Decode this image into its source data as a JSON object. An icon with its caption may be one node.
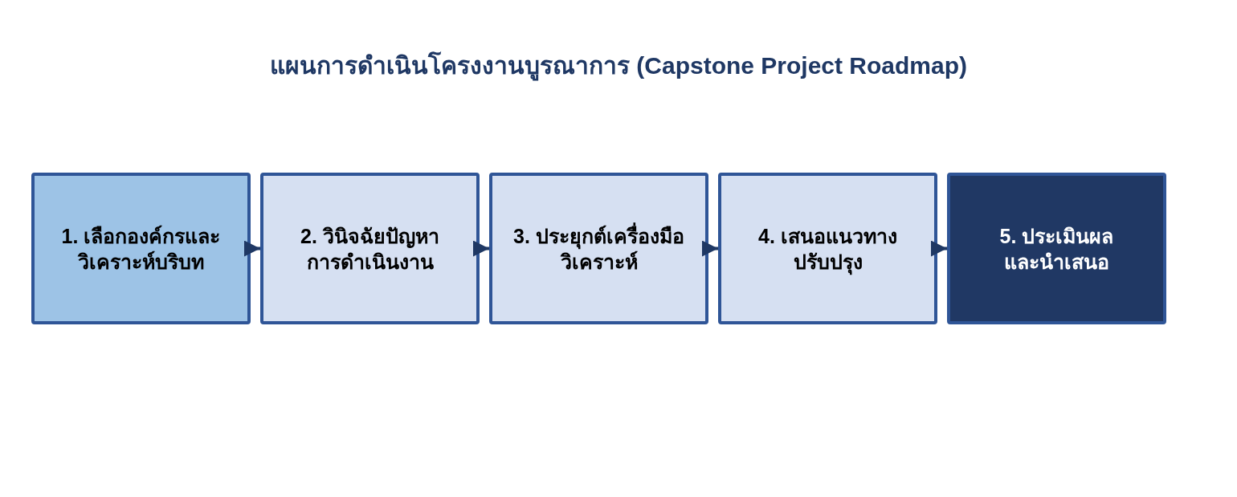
{
  "diagram": {
    "title": "แผนการดำเนินโครงงานบูรณาการ (Capstone Project Roadmap)",
    "nodes": [
      {
        "text": [
          "1. เลือกองค์กรและวิเคราะห์บริบท"
        ]
      },
      {
        "text": [
          "2. วินิจฉัยปัญหาการดำเนินงาน"
        ]
      },
      {
        "text": [
          "3. ประยุกต์เครื่องมือวิเคราะห์"
        ]
      },
      {
        "text": [
          "4. เสนอแนวทางปรับปรุง"
        ]
      },
      {
        "text": [
          "5. ประเมินผลและนำเสนอ"
        ]
      }
    ],
    "edges": [
      {
        "from": 0,
        "to": 1,
        "arrow": "to"
      },
      {
        "from": 1,
        "to": 2,
        "arrow": "to"
      },
      {
        "from": 2,
        "to": 3,
        "arrow": "to"
      },
      {
        "from": 3,
        "to": 4,
        "arrow": "to"
      }
    ]
  }
}
